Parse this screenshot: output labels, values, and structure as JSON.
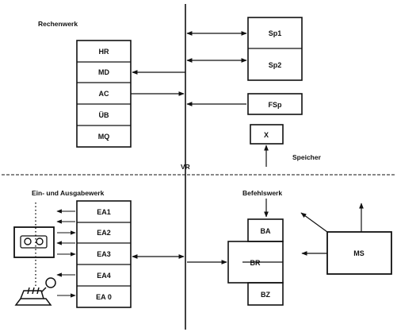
{
  "sections": {
    "rechenwerk": "Rechenwerk",
    "speicher": "Speicher",
    "ein_ausgabewerk": "Ein- und Ausgabewerk",
    "befehlswerk": "Befehlswerk",
    "vr": "VR"
  },
  "rechenwerk_registers": [
    "HR",
    "MD",
    "AC",
    "ÜB",
    "MQ"
  ],
  "speicher_units": {
    "sp1": "Sp1",
    "sp2": "Sp2",
    "fsp": "FSp",
    "x": "X"
  },
  "ea_registers": [
    "EA1",
    "EA2",
    "EA3",
    "EA4",
    "EA 0"
  ],
  "befehlswerk_registers": {
    "ba": "BA",
    "br": "BR",
    "bz": "BZ"
  },
  "ms": "MS",
  "devices": {
    "tape_unit": "tape-reel-unit",
    "teleprinter": "teleprinter"
  }
}
